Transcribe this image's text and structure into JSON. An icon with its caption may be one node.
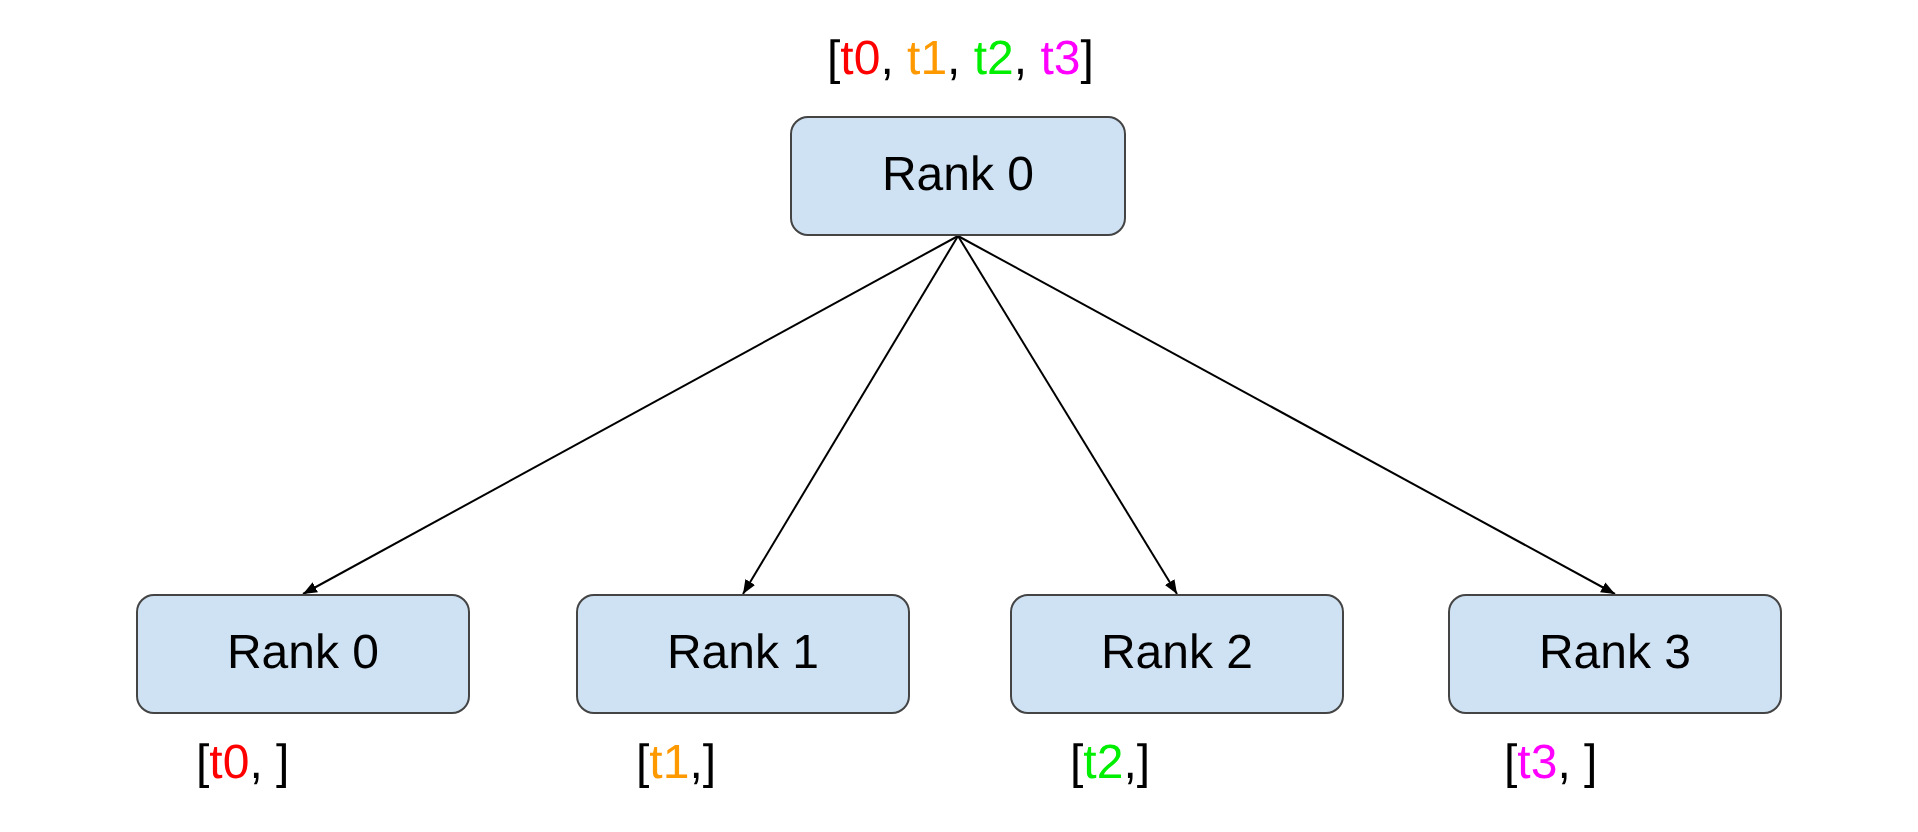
{
  "diagram": {
    "nodes": [
      {
        "text": [
          "Rank 0"
        ],
        "beside": [
          "[t0, t1, t2, t3]"
        ]
      },
      {
        "text": [
          "Rank 0"
        ],
        "beside": [
          "[t0, ]"
        ]
      },
      {
        "text": [
          "Rank 1"
        ],
        "beside": [
          "[t1,]"
        ]
      },
      {
        "text": [
          "Rank 2"
        ],
        "beside": [
          "[t2,]"
        ]
      },
      {
        "text": [
          "Rank 3"
        ],
        "beside": [
          "[t3, ]"
        ]
      }
    ],
    "edges": [
      {
        "from": 0,
        "to": 1,
        "arrow": "to"
      },
      {
        "from": 0,
        "to": 2,
        "arrow": "to"
      },
      {
        "from": 0,
        "to": 3,
        "arrow": "to"
      },
      {
        "from": 0,
        "to": 4,
        "arrow": "to"
      }
    ]
  }
}
